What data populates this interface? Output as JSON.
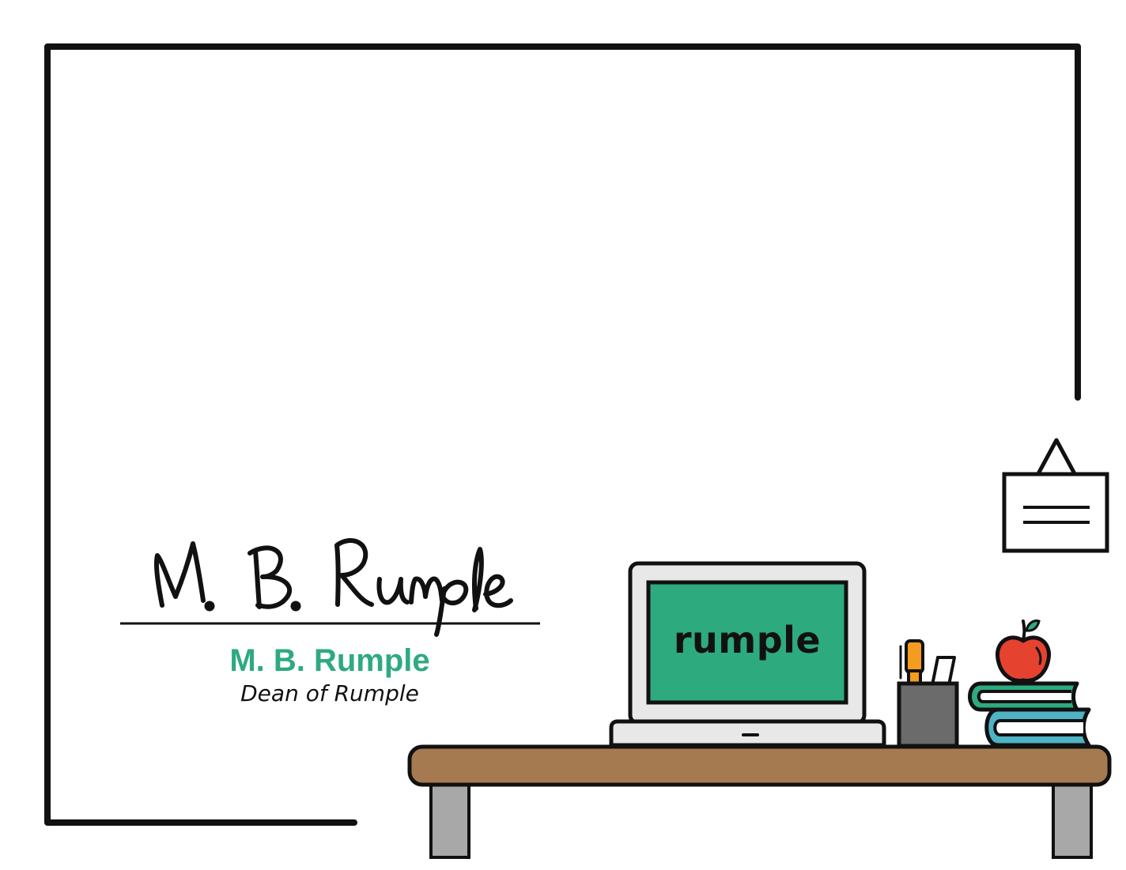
{
  "signature": {
    "signed_name": "M. B. Rumple",
    "printed_name": "M. B. Rumple",
    "title": "Dean of Rumple"
  },
  "laptop": {
    "screen_text": "rumple"
  },
  "colors": {
    "accent_green": "#2eaa7f",
    "desk_top": "#a67a50",
    "desk_legs": "#a8a8a8",
    "laptop_body": "#e8e8e8",
    "pencil_cup": "#6b6b6b",
    "pen_orange": "#f39c1f",
    "apple_red": "#e5422f",
    "leaf_green": "#2eaa7f",
    "book_top": "#2eaa7f",
    "book_bottom": "#4fb3c4",
    "outline": "#111111"
  },
  "icons": {
    "frame": "frame-border",
    "sign": "hanging-sign-icon",
    "laptop": "laptop-icon",
    "pencil_cup": "pencil-cup-icon",
    "books": "book-stack-icon",
    "apple": "apple-icon",
    "desk": "desk-icon"
  }
}
